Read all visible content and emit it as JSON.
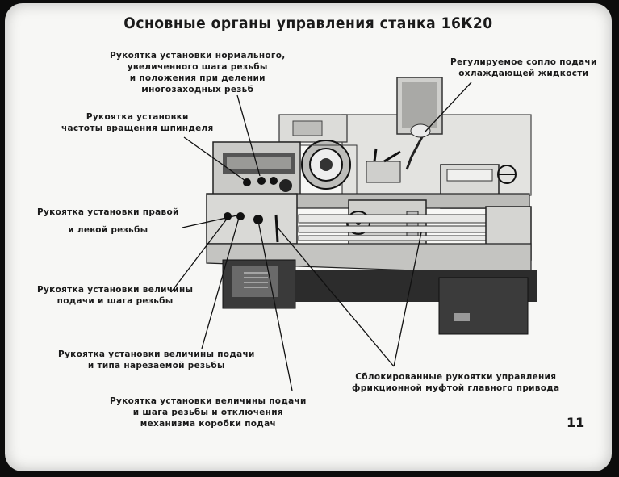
{
  "title": "Основные органы управления станка 16К20",
  "labels": {
    "thread_pitch": [
      "Рукоятка установки нормального,",
      "увеличенного шага резьбы",
      "и положения при делении",
      "многозаходных резьб"
    ],
    "coolant_nozzle": [
      "Регулируемое сопло подачи",
      "охлаждающей жидкости"
    ],
    "spindle_speed": [
      "Рукоятка установки",
      "частоты вращения шпинделя"
    ],
    "left_right_thread": [
      "Рукоятка установки правой",
      "и левой резьбы"
    ],
    "feed_pitch_size": [
      "Рукоятка установки величины",
      "подачи и шага резьбы"
    ],
    "feed_thread_type": [
      "Рукоятка установки величины подачи",
      "и типа нарезаемой резьбы"
    ],
    "feed_box_disengage": [
      "Рукоятка установки величины подачи",
      "и шага резьбы и отключения",
      "механизма коробки подач"
    ],
    "clutch_handles": [
      "Сблокированные рукоятки управления",
      "фрикционной муфтой главного привода"
    ]
  },
  "page_number": "11"
}
